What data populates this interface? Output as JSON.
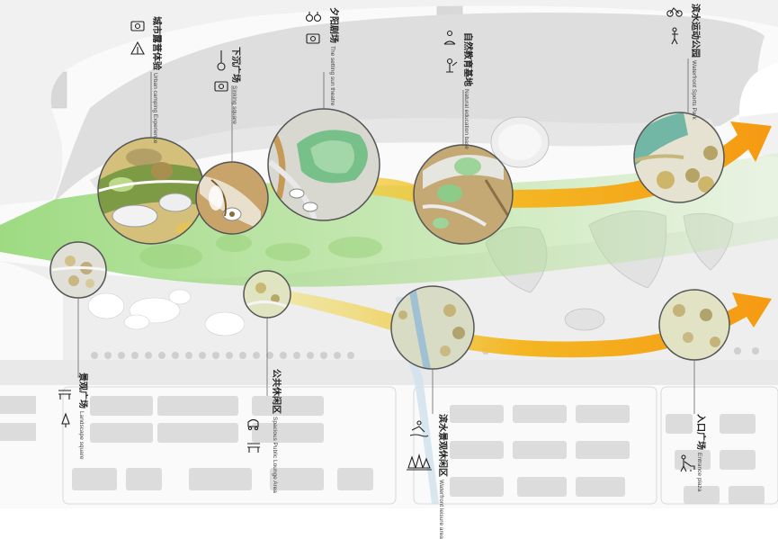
{
  "labels": [
    {
      "id": "urban-camping",
      "cn": "城市露营体验",
      "en": "Urban camping Experience",
      "icons": [
        "camera-icon",
        "tent-icon"
      ]
    },
    {
      "id": "singing-square",
      "cn": "下沉广场",
      "en": "Sinking square",
      "icons": [
        "guitar-icon",
        "camera-icon"
      ]
    },
    {
      "id": "sunset-theatre",
      "cn": "夕阳剧场",
      "en": "The setting sun theatre",
      "icons": [
        "binoculars-icon",
        "camera-icon"
      ]
    },
    {
      "id": "nature-education",
      "cn": "自然教育基地",
      "en": "Natural education base",
      "icons": [
        "reading-person-icon",
        "teacher-icon"
      ]
    },
    {
      "id": "waterfront-sports",
      "cn": "滨水运动公园",
      "en": "Waterfront Sports Park",
      "icons": [
        "bicycle-icon",
        "runner-icon"
      ]
    },
    {
      "id": "landscape-square",
      "cn": "景观广场",
      "en": "Landscape square",
      "icons": [
        "bench-icon",
        "trees-icon"
      ]
    },
    {
      "id": "public-lounge",
      "cn": "公共休闲区",
      "en": "Spacious Public Lounge Area",
      "icons": [
        "stroller-icon",
        "bench-icon"
      ]
    },
    {
      "id": "waterfront-leisure",
      "cn": "滨水景观休闲区",
      "en": "Waterfront leisure area",
      "icons": [
        "swimmer-icon",
        "forest-icon"
      ]
    },
    {
      "id": "entrance-plaza",
      "cn": "入口广场",
      "en": "Entrance plaza",
      "icons": [
        "dog-walker-icon"
      ]
    }
  ],
  "colors": {
    "green_band": "#8fd66a",
    "arrow_yellow": "#f5b51f",
    "arrow_orange": "#f59a12",
    "building_grey": "#d9d9d9",
    "road_grey": "#e8e8e8",
    "water_blue": "#bcd8e6"
  }
}
